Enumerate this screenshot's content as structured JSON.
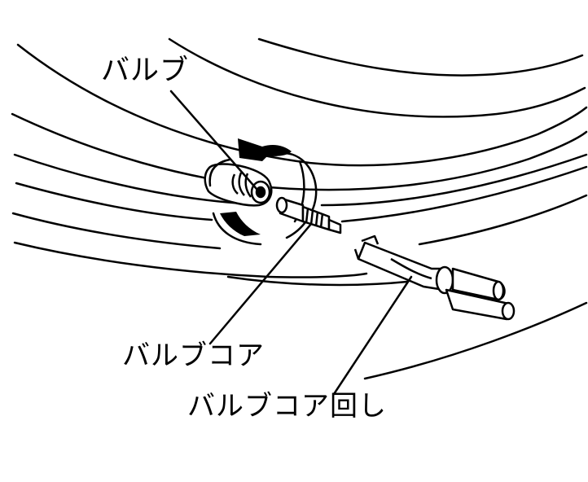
{
  "labels": {
    "valve": "バルブ",
    "valve_core": "バルブコア",
    "valve_core_tool": "バルブコア回し"
  },
  "colors": {
    "ink": "#000000",
    "paper": "#ffffff"
  }
}
